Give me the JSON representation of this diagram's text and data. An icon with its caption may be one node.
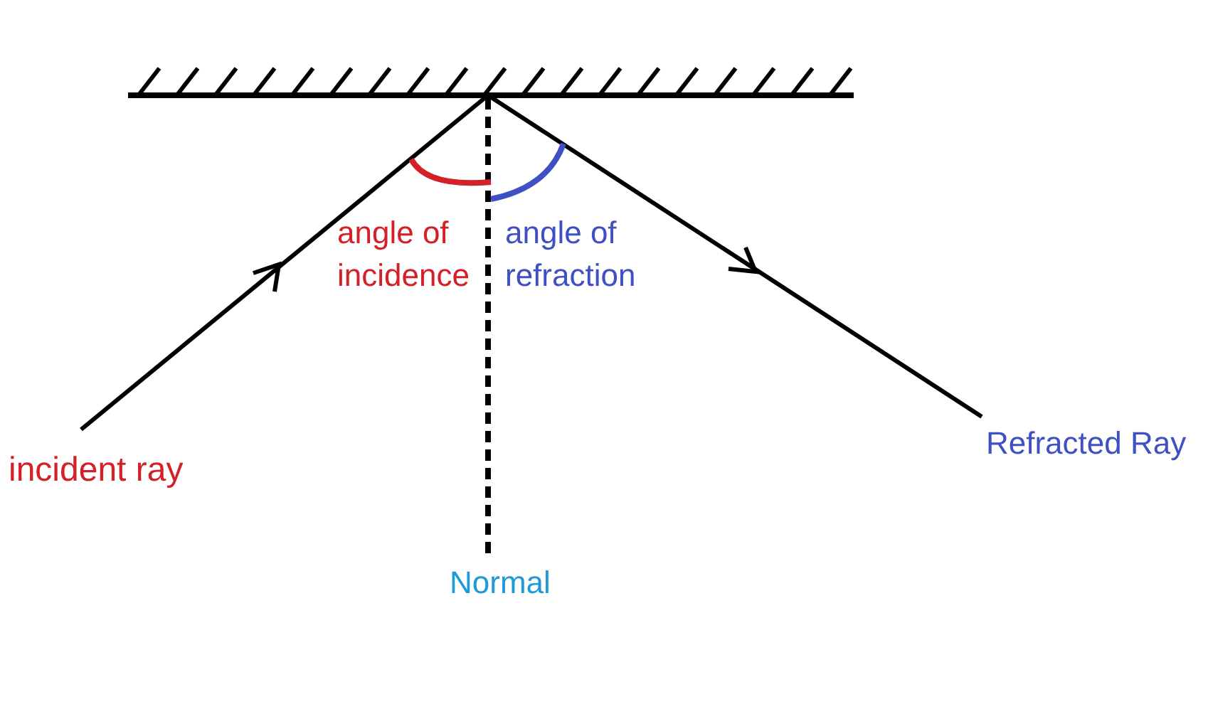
{
  "diagram": {
    "labels": [
      "angle of incidence",
      "angle of refraction",
      "Refracted Ray",
      "incident ray",
      "Normal"
    ]
  }
}
